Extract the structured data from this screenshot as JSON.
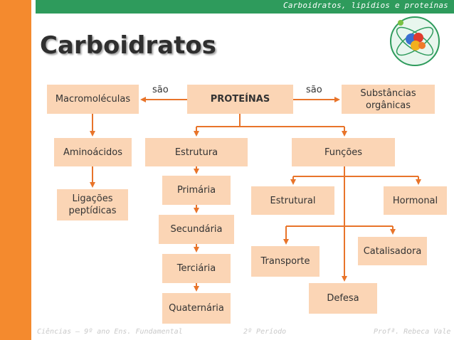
{
  "header": {
    "subtitle": "Carboidratos, lipídios e proteínas"
  },
  "title": "Carboidratos",
  "diagram": {
    "center": "PROTEÍNAS",
    "left_link": "são",
    "right_link": "são",
    "macro": "Macromoléculas",
    "substancias": "Substâncias orgânicas",
    "aminoacidos": "Aminoácidos",
    "ligacoes": "Ligações peptídicas",
    "estrutura": "Estrutura",
    "primaria": "Primária",
    "secundaria": "Secundária",
    "terciaria": "Terciária",
    "quaternaria": "Quaternária",
    "funcoes": "Funções",
    "estrutural": "Estrutural",
    "hormonal": "Hormonal",
    "catalisadora": "Catalisadora",
    "transporte": "Transporte",
    "defesa": "Defesa"
  },
  "footer": {
    "left": "Ciências – 9º ano Ens. Fundamental",
    "center": "2º Período",
    "right": "Profª. Rebeca Vale"
  },
  "colors": {
    "accent": "#f48a2e",
    "bar": "#2e9b5c",
    "box": "#fbd5b5",
    "arrow": "#e8742a"
  }
}
